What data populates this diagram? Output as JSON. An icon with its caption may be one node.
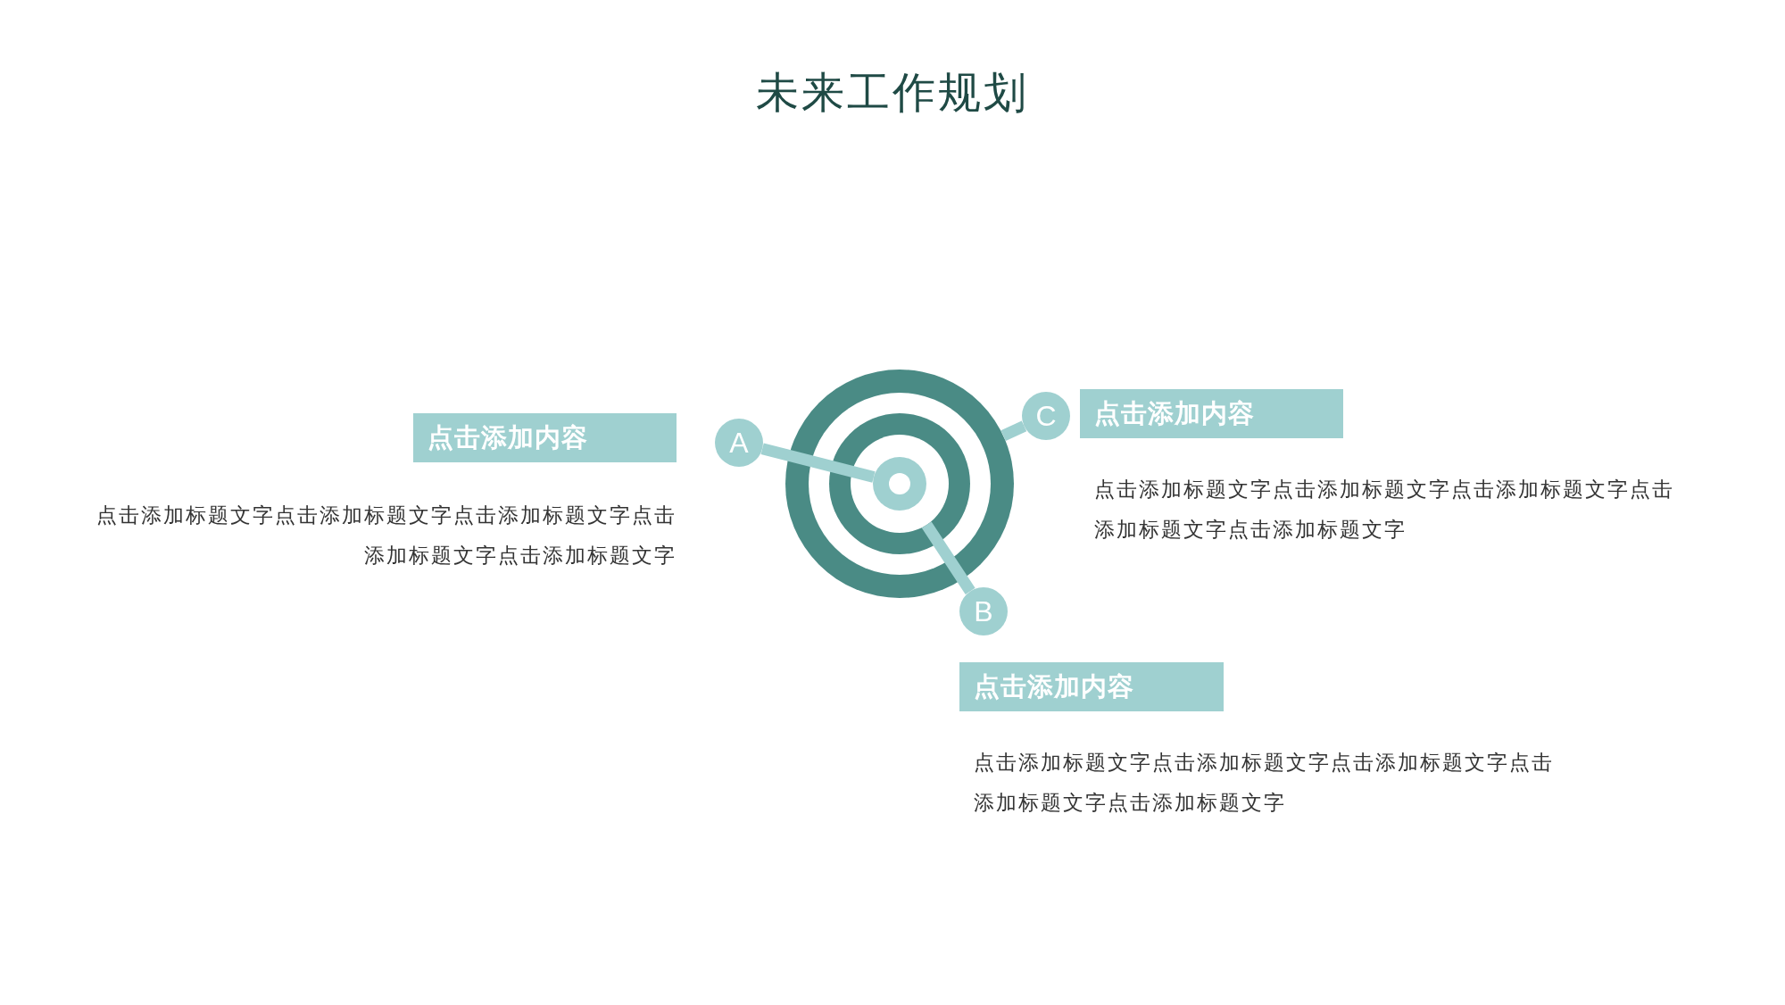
{
  "diagram": {
    "title": "未来工作规划",
    "nodes": [
      {
        "text": [],
        "shape": "circle"
      },
      {
        "text": [
          "A"
        ]
      },
      {
        "text": [
          "B"
        ]
      },
      {
        "text": [
          "C"
        ]
      },
      {
        "text": [
          "点击添加内容"
        ],
        "beside": [
          "点击添加标题文字点击添加标题文字点击添加标题文字点击添加标题文字点击添加标题文字"
        ]
      },
      {
        "text": [
          "点击添加内容"
        ],
        "beside": [
          "点击添加标题文字点击添加标题文字点击添加标题文字点击添加标题文字点击添加标题文字"
        ]
      },
      {
        "text": [
          "点击添加内容"
        ],
        "beside": [
          "点击添加标题文字点击添加标题文字点击添加标题文字点击添加标题文字点击添加标题文字"
        ]
      }
    ],
    "edges": [
      {
        "from": 1,
        "to": 0,
        "arrow": "none"
      },
      {
        "from": 2,
        "to": 0,
        "arrow": "none"
      },
      {
        "from": 3,
        "to": 0,
        "arrow": "none"
      }
    ]
  }
}
